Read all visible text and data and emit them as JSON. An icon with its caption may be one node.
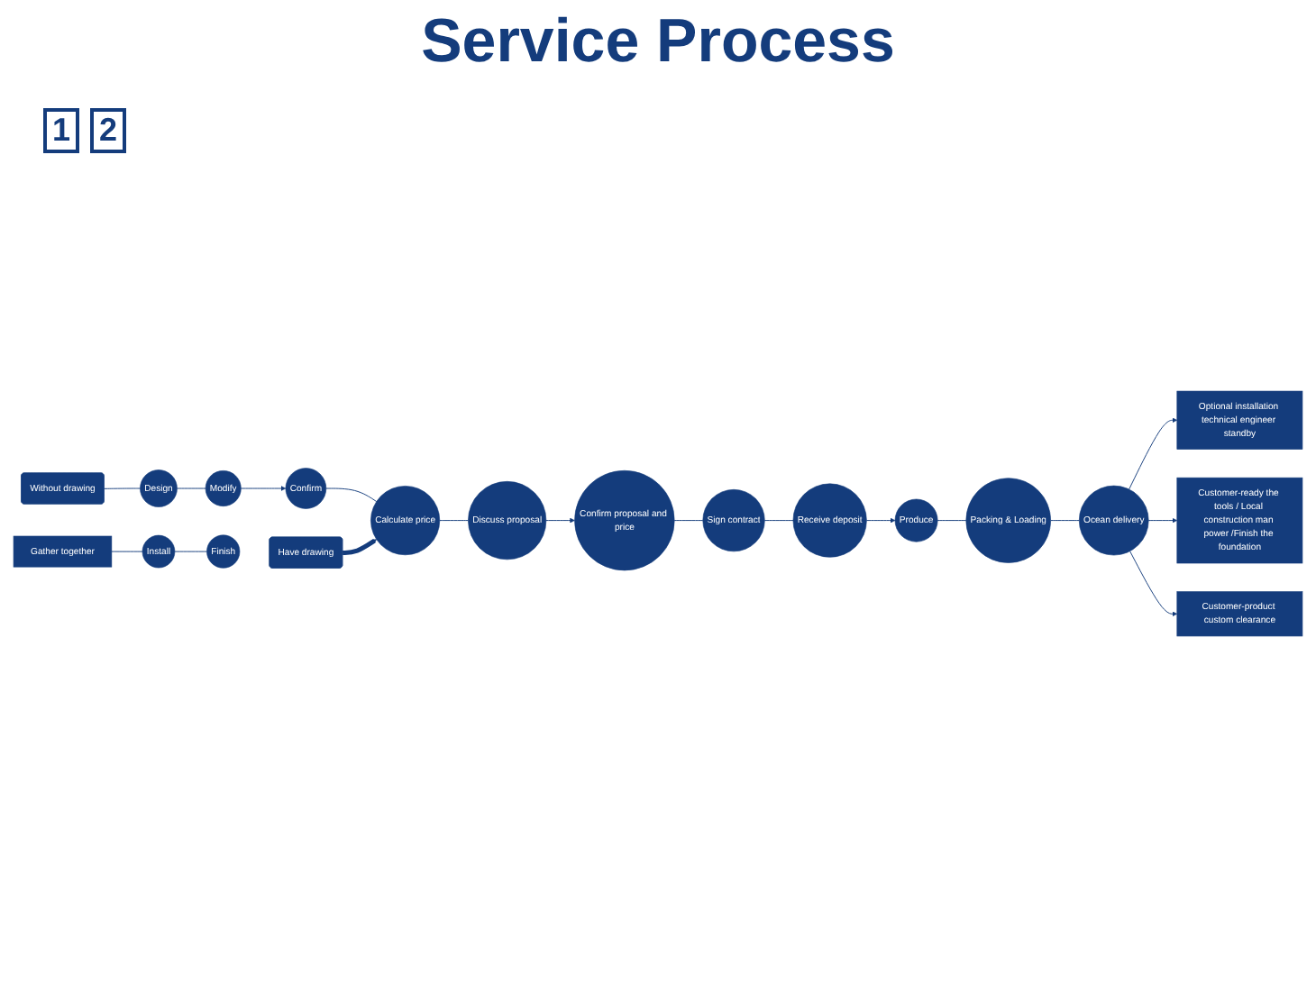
{
  "diagram": {
    "title": "Service Process",
    "nodes": [
      {
        "text": [
          "Without drawing"
        ]
      },
      {
        "text": [
          "Have drawing"
        ]
      },
      {
        "text": [
          "Design"
        ]
      },
      {
        "text": [
          "Modify"
        ]
      },
      {
        "text": [
          "Confirm"
        ]
      },
      {
        "text": [
          "Calculate price"
        ]
      },
      {
        "text": [
          "Discuss proposal"
        ]
      },
      {
        "text": [
          "Confirm proposal and price"
        ]
      },
      {
        "text": [
          "Sign contract"
        ]
      },
      {
        "text": [
          "Receive deposit"
        ]
      },
      {
        "text": [
          "Produce"
        ]
      },
      {
        "text": [
          "Packing & Loading"
        ]
      },
      {
        "text": [
          "Ocean delivery"
        ]
      },
      {
        "text": [
          "Optional installation technical engineer standby"
        ]
      },
      {
        "text": [
          "Customer-ready the tools / Local construction man power /Finish the foundation"
        ]
      },
      {
        "text": [
          "Customer-product custom clearance"
        ]
      },
      {
        "text": [
          "Gather together"
        ]
      },
      {
        "text": [
          "Install"
        ]
      },
      {
        "text": [
          "Finish"
        ]
      }
    ],
    "edges": [
      {
        "from": 0,
        "to": 2,
        "arrow": "none"
      },
      {
        "from": 2,
        "to": 3,
        "arrow": "none"
      },
      {
        "from": 3,
        "to": 4,
        "arrow": "to"
      },
      {
        "from": 4,
        "to": 5,
        "arrow": "none"
      },
      {
        "from": 1,
        "to": 5,
        "arrow": "to",
        "style": "thick"
      },
      {
        "from": 5,
        "to": 6,
        "arrow": "none"
      },
      {
        "from": 6,
        "to": 7,
        "arrow": "to"
      },
      {
        "from": 7,
        "to": 8,
        "arrow": "none"
      },
      {
        "from": 8,
        "to": 9,
        "arrow": "none"
      },
      {
        "from": 9,
        "to": 10,
        "arrow": "to"
      },
      {
        "from": 10,
        "to": 11,
        "arrow": "none"
      },
      {
        "from": 11,
        "to": 12,
        "arrow": "none"
      },
      {
        "from": 12,
        "to": 13,
        "arrow": "to"
      },
      {
        "from": 12,
        "to": 14,
        "arrow": "to"
      },
      {
        "from": 12,
        "to": 15,
        "arrow": "to"
      },
      {
        "from": 16,
        "to": 17,
        "arrow": "none"
      },
      {
        "from": 17,
        "to": 18,
        "arrow": "none"
      }
    ],
    "labels": [
      "1",
      "2"
    ]
  }
}
